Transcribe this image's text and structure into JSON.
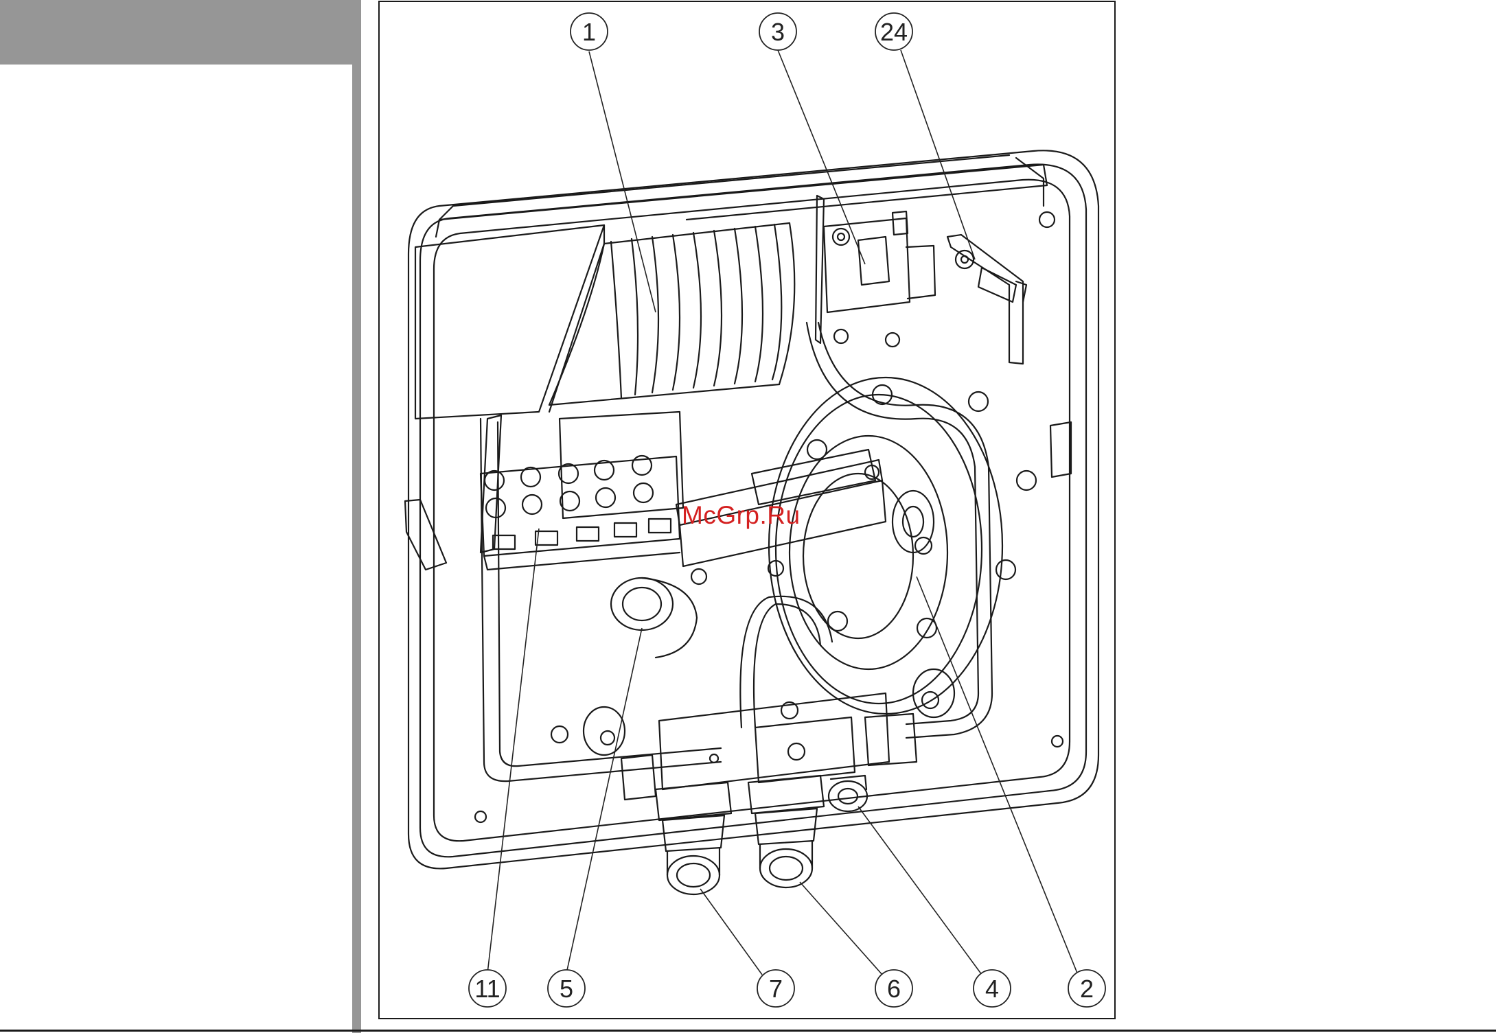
{
  "page": {
    "header_band_color": "#969696",
    "line_color": "#1a1a1a"
  },
  "callouts": [
    {
      "label": "1"
    },
    {
      "label": "3"
    },
    {
      "label": "24"
    },
    {
      "label": "11"
    },
    {
      "label": "5"
    },
    {
      "label": "7"
    },
    {
      "label": "6"
    },
    {
      "label": "4"
    },
    {
      "label": "2"
    }
  ],
  "watermark": {
    "text": "McGrp.Ru",
    "color": "#d42020"
  }
}
